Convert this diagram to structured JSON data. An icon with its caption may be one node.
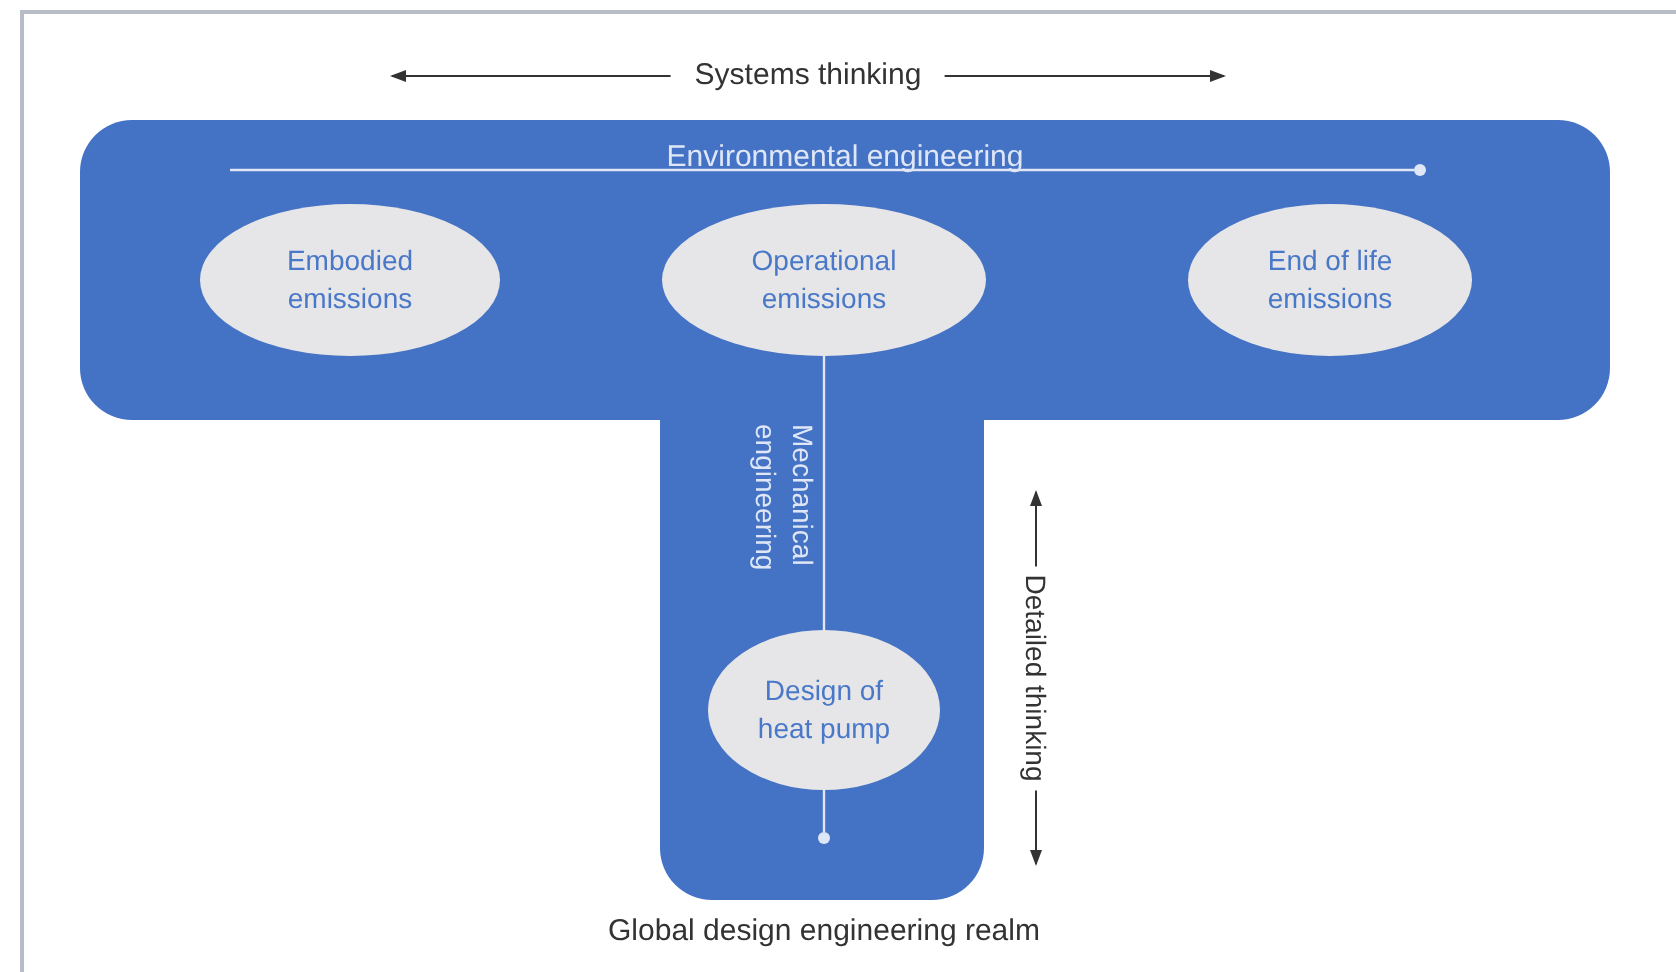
{
  "diagram": {
    "nodes": [
      {
        "text": [
          "Environmental engineering"
        ]
      },
      {
        "text": [
          "Mechanical engineering"
        ]
      },
      {
        "text": [
          "Embodied emissions"
        ],
        "in": 0
      },
      {
        "text": [
          "Operational emissions"
        ],
        "in": 0
      },
      {
        "text": [
          "End of life emissions"
        ],
        "in": 0
      },
      {
        "text": [
          "Design of heat pump"
        ],
        "in": 1
      }
    ],
    "edges": [
      {
        "from": 3,
        "to": 5,
        "arrow": "none"
      }
    ],
    "labels": [
      "Systems thinking",
      "Detailed thinking",
      "Global design engineering realm"
    ]
  }
}
